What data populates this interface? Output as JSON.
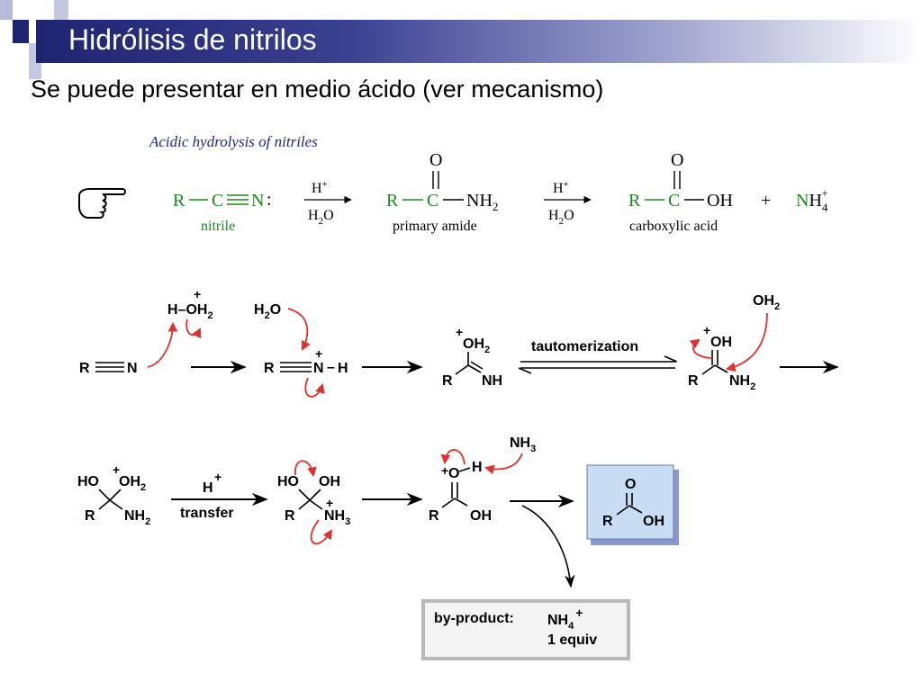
{
  "slide": {
    "title": "Hidrólisis de nitrilos",
    "subtitle": "Se puede presentar en medio ácido (ver mecanismo)"
  },
  "overview": {
    "heading": "Acidic hydrolysis of nitriles",
    "pointer_icon": "pointing-hand-icon",
    "nitrile": {
      "r": "R",
      "c": "C",
      "n": "N",
      "lone_pair": ":",
      "label": "nitrile"
    },
    "arrow1": {
      "top": "H",
      "top_sup": "+",
      "bottom": "H",
      "bottom_sub": "2",
      "bottom_tail": "O"
    },
    "amide": {
      "o": "O",
      "r": "R",
      "c": "C",
      "nh": "NH",
      "nh_sub": "2",
      "label": "primary amide"
    },
    "arrow2": {
      "top": "H",
      "top_sup": "+",
      "bottom": "H",
      "bottom_sub": "2",
      "bottom_tail": "O"
    },
    "acid": {
      "o": "O",
      "r": "R",
      "c": "C",
      "oh": "OH",
      "label": "carboxylic acid"
    },
    "plus": "+",
    "ammonium": {
      "n": "N",
      "h": "H",
      "sub": "4",
      "sup": "+"
    }
  },
  "mechanism": {
    "row1": {
      "s1": {
        "r": "R",
        "n": "N"
      },
      "reagent1": {
        "h": "H",
        "dash": "–",
        "o": "OH",
        "sub": "2",
        "plus": "+"
      },
      "reagent2": {
        "h": "H",
        "sub": "2",
        "o": "O"
      },
      "s2": {
        "r": "R",
        "n": "N",
        "h": "H",
        "dash": "–",
        "plus": "+"
      },
      "s3": {
        "top": "OH",
        "top_sub": "2",
        "plus": "+",
        "r": "R",
        "nh": "NH"
      },
      "tautomerization": "tautomerization",
      "s4": {
        "plus": "+",
        "top": "OH",
        "r": "R",
        "nh": "NH",
        "nh_sub": "2"
      },
      "reagent3": {
        "o": "OH",
        "sub": "2"
      }
    },
    "row2": {
      "s5": {
        "ho": "HO",
        "oh": "OH",
        "oh_sub": "2",
        "plus": "+",
        "r": "R",
        "nh": "NH",
        "nh_sub": "2"
      },
      "proton_transfer": {
        "h": "H",
        "plus": "+",
        "label": "transfer"
      },
      "s6": {
        "ho": "HO",
        "oh": "OH",
        "plus": "+",
        "r": "R",
        "nh": "NH",
        "nh_sub": "3"
      },
      "s7": {
        "plus": "+",
        "o": "O",
        "h": "H",
        "r": "R",
        "oh": "OH"
      },
      "nh3": {
        "n": "NH",
        "sub": "3"
      },
      "product": {
        "o": "O",
        "r": "R",
        "oh": "OH"
      },
      "byproduct": {
        "label": "by-product:",
        "ion": "NH",
        "ion_sub": "4",
        "ion_sup": "+",
        "equiv": "1 equiv"
      }
    }
  },
  "colors": {
    "red_arrow": "#e03030",
    "green": "#1a8a1a",
    "heading_blue": "#1c2a8c",
    "title_dark": "#1e2470"
  }
}
